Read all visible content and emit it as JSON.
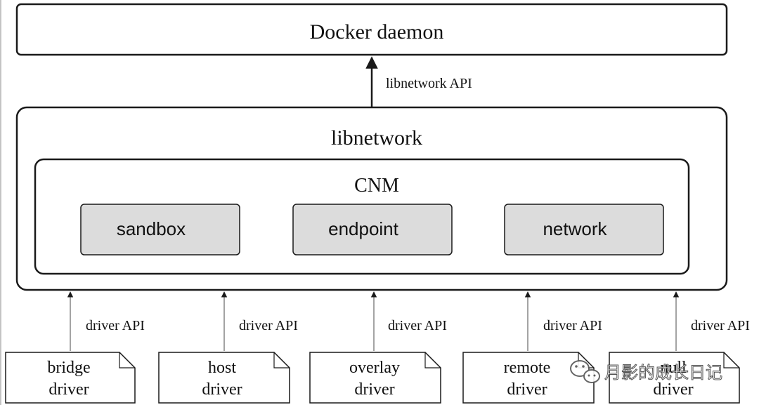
{
  "daemon": {
    "label": "Docker daemon"
  },
  "api": {
    "libnetwork_api": "libnetwork API"
  },
  "libnetwork": {
    "label": "libnetwork"
  },
  "cnm": {
    "label": "CNM",
    "components": [
      "sandbox",
      "endpoint",
      "network"
    ]
  },
  "driver_api_label": "driver API",
  "drivers": [
    {
      "line1": "bridge",
      "line2": "driver"
    },
    {
      "line1": "host",
      "line2": "driver"
    },
    {
      "line1": "overlay",
      "line2": "driver"
    },
    {
      "line1": "remote",
      "line2": "driver"
    },
    {
      "line1": "null",
      "line2": "driver"
    }
  ],
  "watermark": {
    "text": "月影的成长日记",
    "icon": "wechat-icon"
  },
  "colors": {
    "component_fill": "#dcdcdc",
    "stroke": "#1a1a1a"
  }
}
